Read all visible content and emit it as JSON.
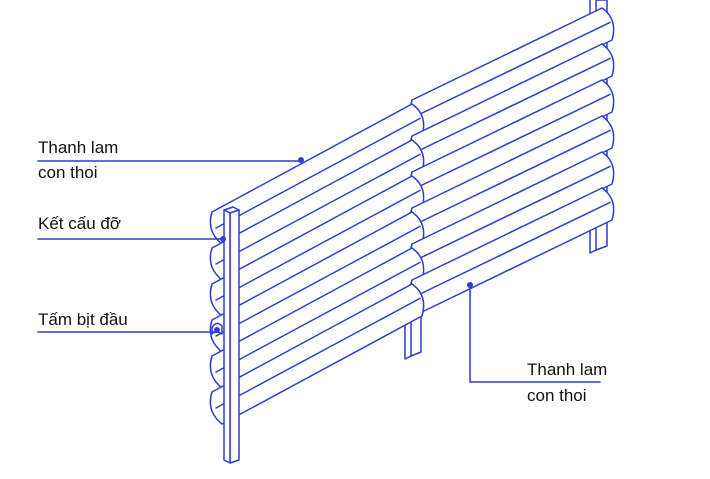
{
  "labels": {
    "slat_left_line1": "Thanh lam",
    "slat_left_line2": "con thoi",
    "support": "Kết cấu đỡ",
    "end_cap": "Tấm bịt đầu",
    "slat_right_line1": "Thanh lam",
    "slat_right_line2": "con thoi"
  },
  "colors": {
    "line": "#2c3fd1",
    "text": "#111111",
    "background": "#ffffff"
  }
}
